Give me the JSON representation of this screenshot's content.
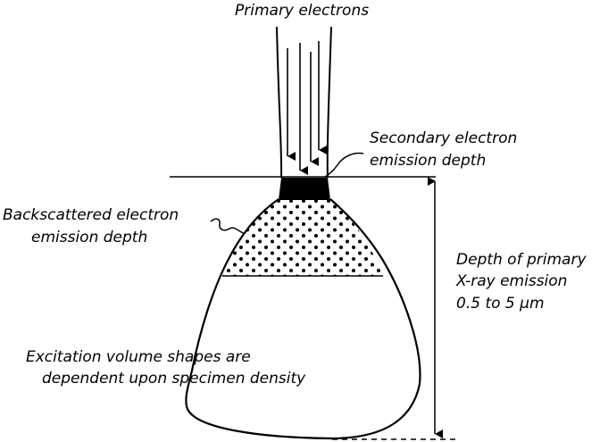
{
  "labels": {
    "primary_electrons": "Primary electrons",
    "secondary_line1": "Secondary electron",
    "secondary_line2": "emission depth",
    "backscattered_line1": "Backscattered electron",
    "backscattered_line2": "emission depth",
    "depth_line1": "Depth of primary",
    "depth_line2": "X-ray emission",
    "depth_line3": "0.5 to 5 μm",
    "excitation_line1": "Excitation volume shapes are",
    "excitation_line2": "dependent upon specimen density"
  },
  "colors": {
    "ink": "#000000",
    "background": "#ffffff"
  }
}
